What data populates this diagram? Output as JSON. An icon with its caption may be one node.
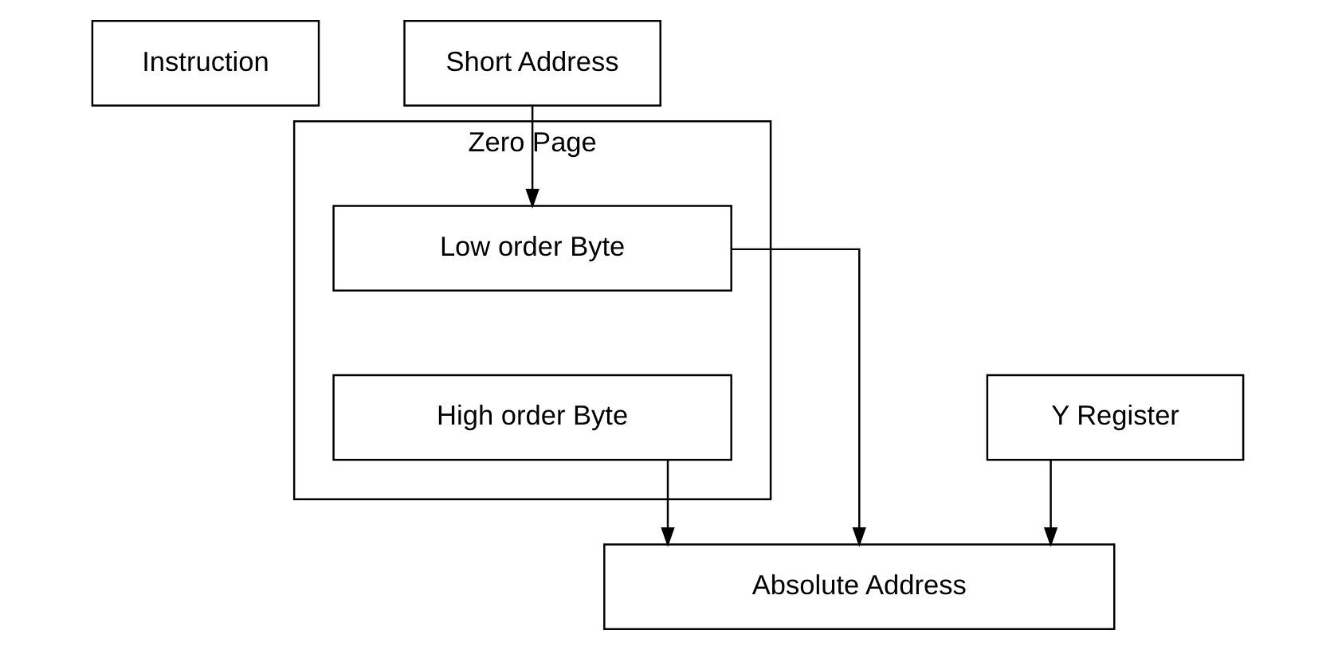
{
  "diagram": {
    "nodes": [
      {
        "text": [
          "Instruction"
        ]
      },
      {
        "text": [
          "Short Address"
        ]
      },
      {
        "text": [
          "Y Register"
        ]
      },
      {
        "text": [
          "Zero Page"
        ]
      },
      {
        "text": [
          "Low order Byte"
        ],
        "in": 3
      },
      {
        "text": [
          "High order Byte"
        ],
        "in": 3
      },
      {
        "text": [
          "Absolute Address"
        ]
      }
    ],
    "edges": [
      {
        "from": 1,
        "to": 4,
        "arrow": "to"
      },
      {
        "from": 2,
        "to": 6,
        "arrow": "to"
      },
      {
        "from": 4,
        "to": 6,
        "arrow": "to"
      },
      {
        "from": 5,
        "to": 6,
        "arrow": "to"
      }
    ]
  }
}
